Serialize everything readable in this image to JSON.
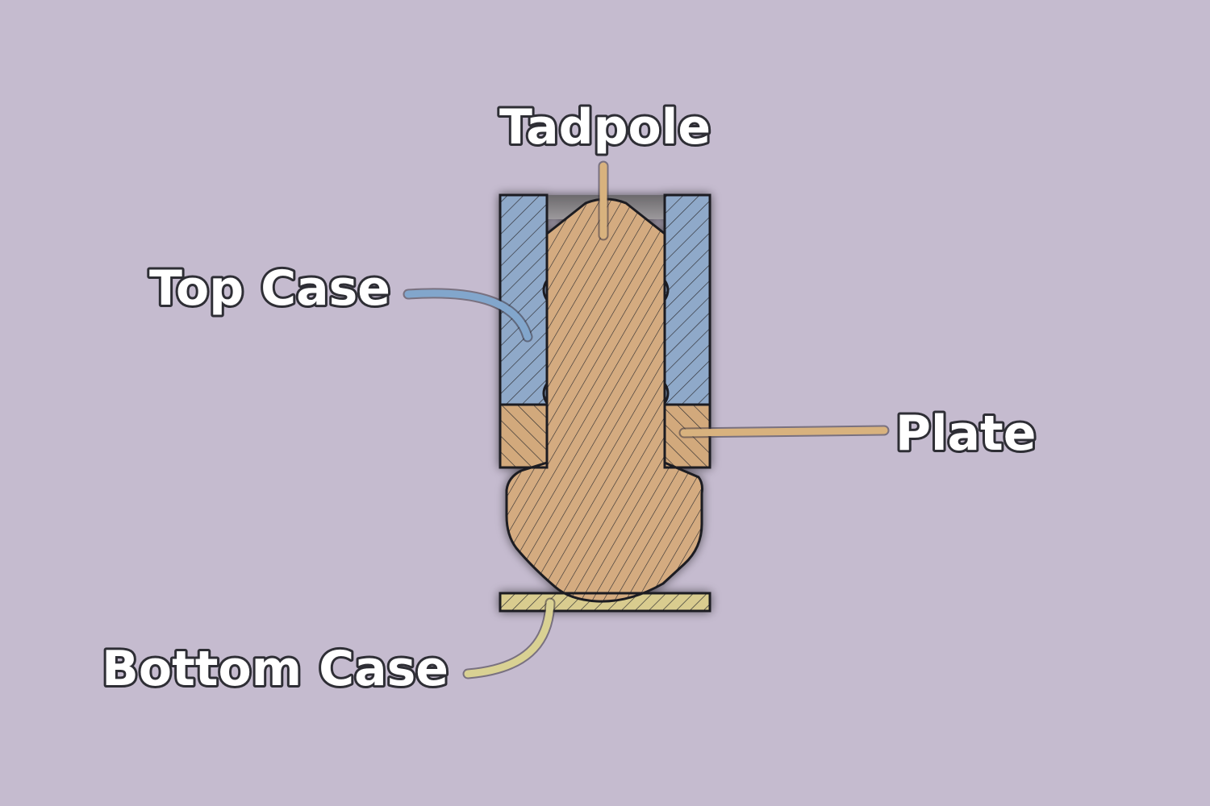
{
  "labels": {
    "tadpole": "Tadpole",
    "top_case": "Top Case",
    "plate": "Plate",
    "bottom_case": "Bottom Case"
  },
  "colors": {
    "background": "#c5bbcf",
    "top_case": "#8fa9c9",
    "plate": "#d2a97c",
    "tadpole": "#d4ab80",
    "bottom_case": "#d9cc8f",
    "hatch": "#2b2b2e",
    "leader_tadpole": "#d8b27e",
    "leader_top_case": "#82a6cc",
    "leader_plate": "#d8b27e",
    "leader_bottom_case": "#d9d193"
  }
}
